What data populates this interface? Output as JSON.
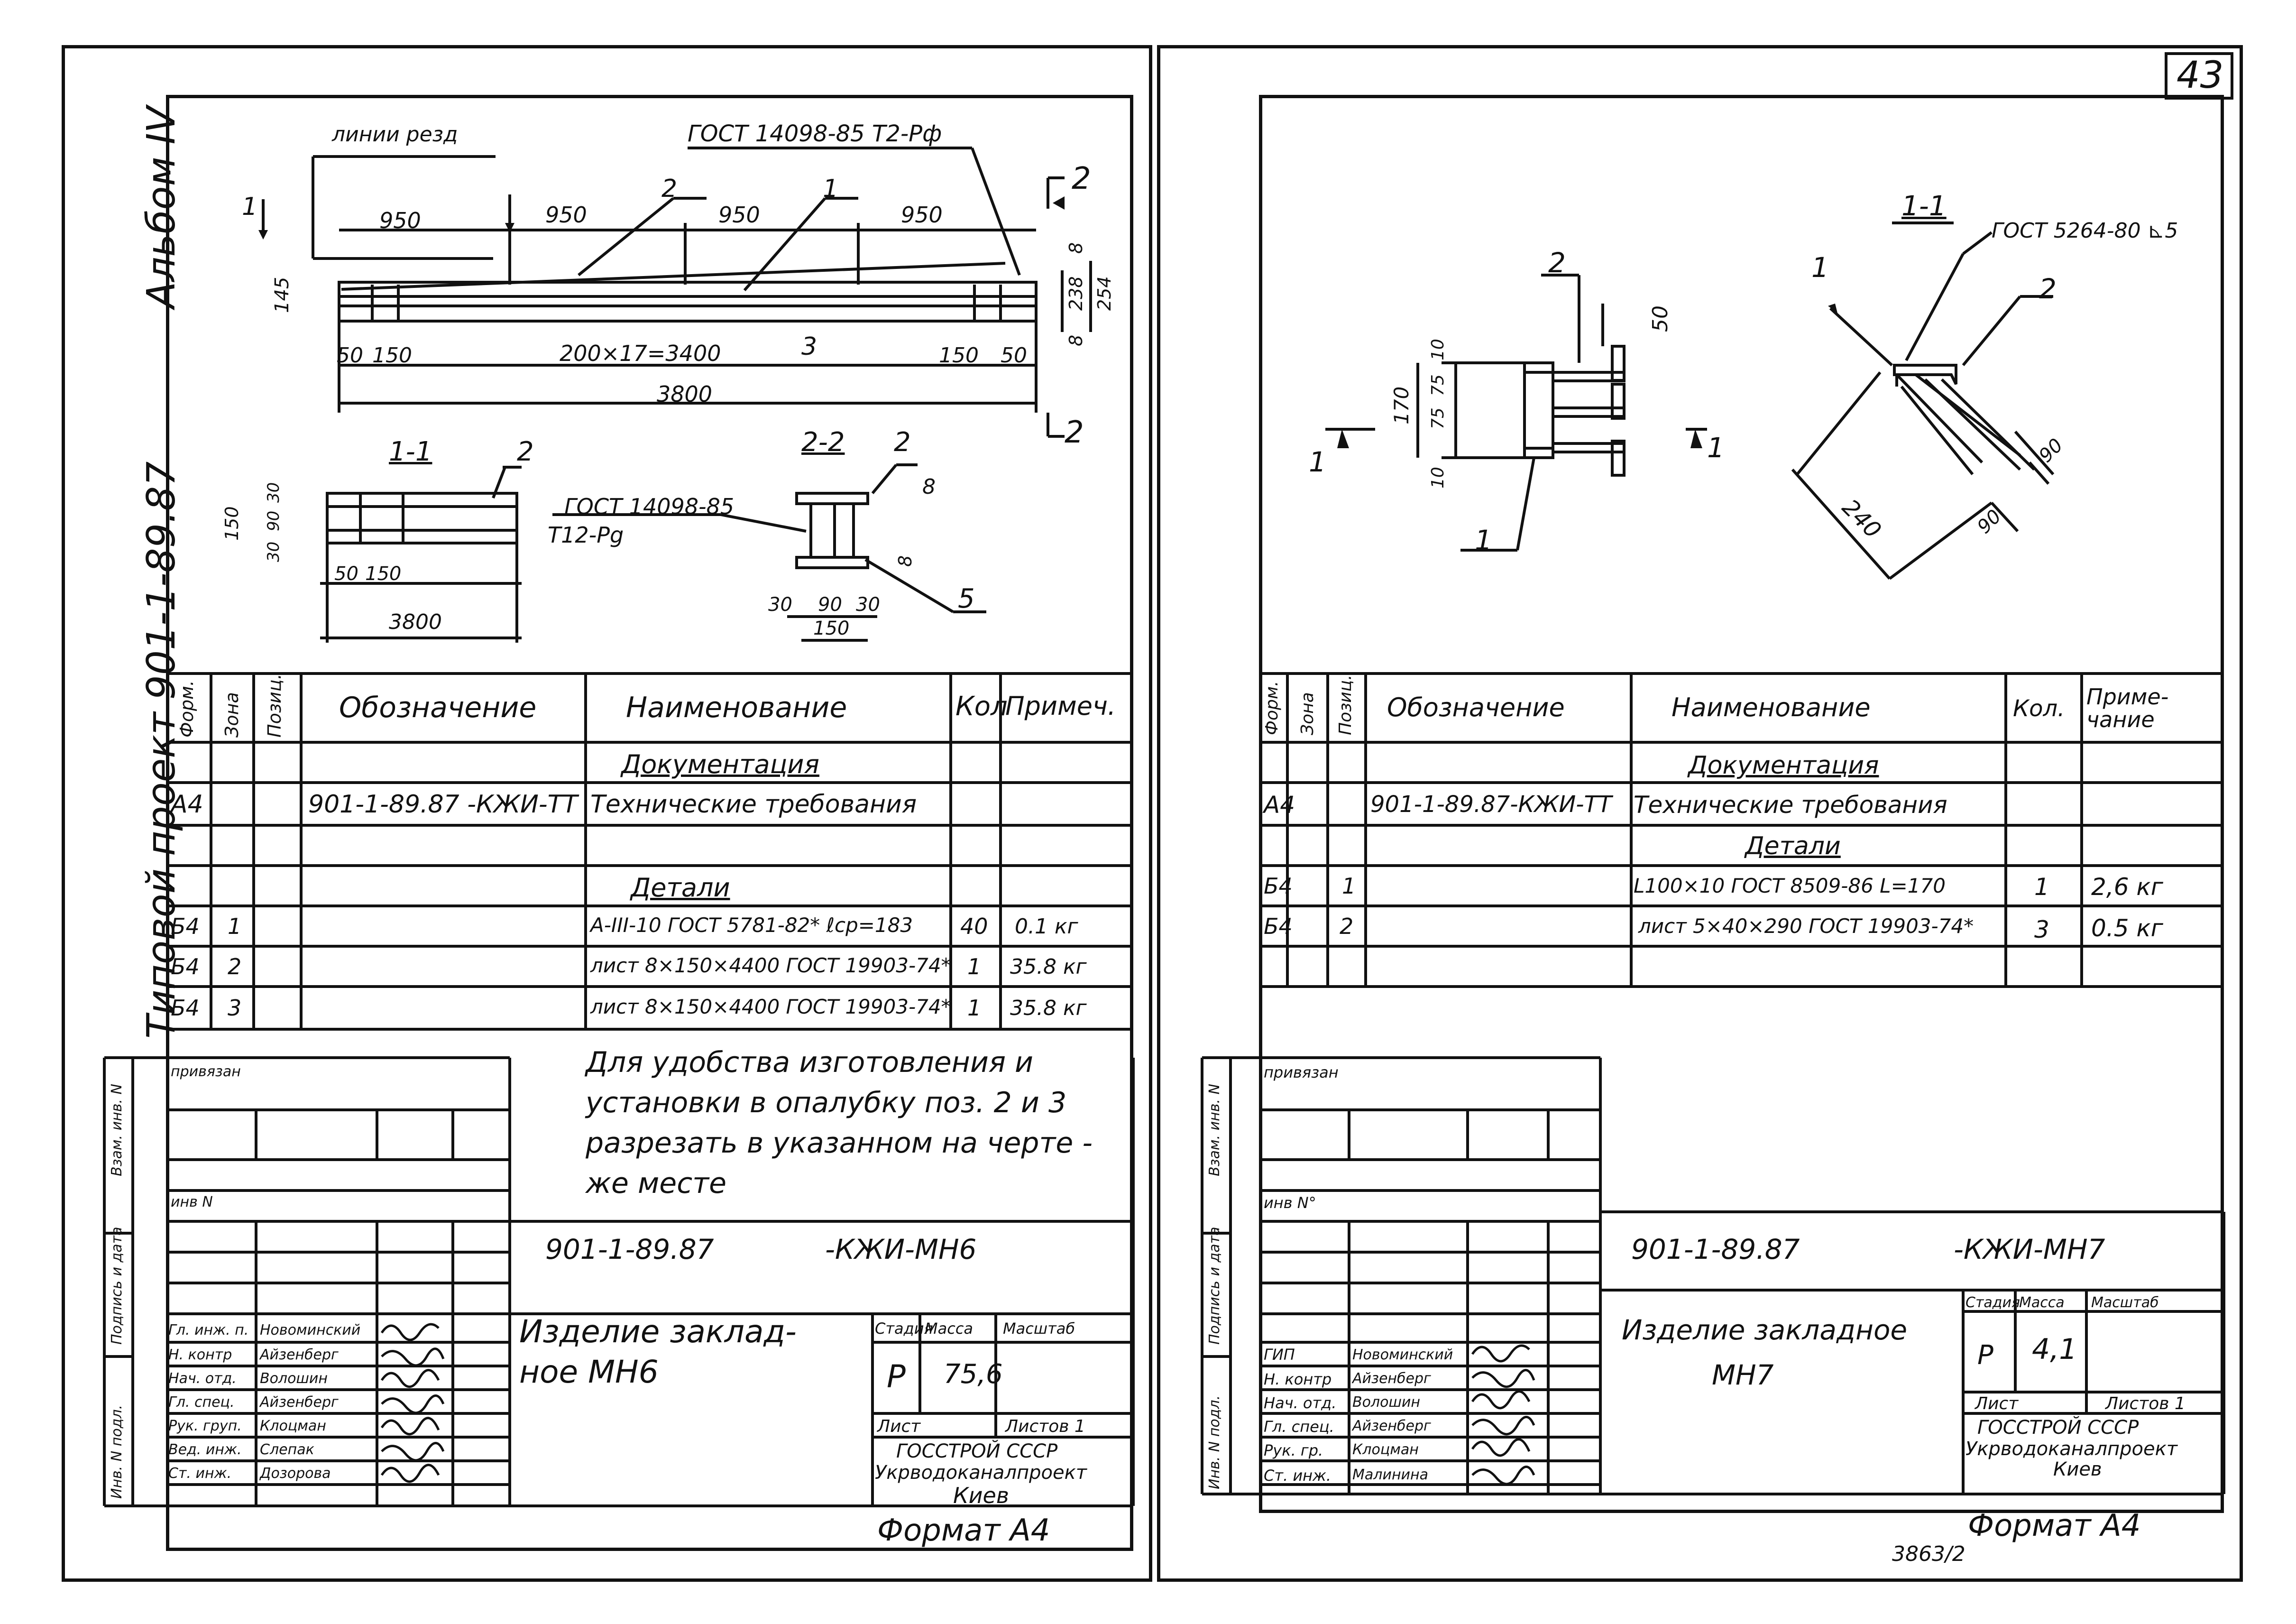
{
  "page_number": "43",
  "archive_number": "3863/2",
  "left": {
    "album": "Альбом IV",
    "project": "Типовой проект 901-1-89.87",
    "drawing": {
      "cut_line_label": "линии резд",
      "gost_main": "ГОСТ 14098-85 Т2-Рф",
      "dims_top": [
        "950",
        "950",
        "950",
        "950"
      ],
      "bottom_chain": [
        "50",
        "150",
        "200×17=3400",
        "150",
        "50"
      ],
      "overall": "3800",
      "left_height": "145",
      "right_dims": [
        "8",
        "238",
        "254",
        "8"
      ],
      "pos_labels": [
        "1",
        "2",
        "1",
        "3",
        "2",
        "2"
      ],
      "section_11": {
        "title": "1-1",
        "pos": "2",
        "dims": [
          "150",
          "30",
          "90",
          "30",
          "50",
          "150",
          "3800"
        ]
      },
      "section_22": {
        "title": "2-2",
        "pos": "2",
        "pos5": "5",
        "gost": "ГОСТ 14098-85",
        "gost2": "Т12-Рg",
        "dims": [
          "8",
          "8",
          "30",
          "90",
          "30",
          "150"
        ]
      }
    },
    "spec": {
      "headers": [
        "Форм.",
        "Зона",
        "Позиц.",
        "Обозначение",
        "Наименование",
        "Кол",
        "Примеч."
      ],
      "section_docs": "Документация",
      "doc_row": {
        "format": "А4",
        "designation": "901-1-89.87 -КЖИ-ТТ",
        "name": "Технические требования"
      },
      "section_parts": "Детали",
      "rows": [
        {
          "format": "Б4",
          "pos": "1",
          "name": "А-III-10 ГОСТ 5781-82* ℓср=183",
          "qty": "40",
          "note": "0.1 кг"
        },
        {
          "format": "Б4",
          "pos": "2",
          "name": "лист 8×150×4400 ГОСТ 19903-74*",
          "qty": "1",
          "note": "35.8 кг"
        },
        {
          "format": "Б4",
          "pos": "3",
          "name": "лист 8×150×4400 ГОСТ 19903-74*",
          "qty": "1",
          "note": "35.8 кг"
        }
      ]
    },
    "note": [
      "Для удобства изготовления и",
      "установки в опалубку поз. 2 и 3",
      "разрезать в указанном на черте -",
      "же месте"
    ],
    "side_labels": [
      "Взам. инв. N",
      "Подпись и дата",
      "Инв. N подл."
    ],
    "privyazan": "привязан",
    "inv_no": "инв N",
    "code": "901-1-89.87",
    "code_suffix": "-КЖИ-МН6",
    "title": [
      "Изделие заклад-",
      "ное МН6"
    ],
    "stage_headers": [
      "Стадия",
      "Масса",
      "Масштаб"
    ],
    "stage": "Р",
    "mass": "75,6",
    "sheet_label": "Лист",
    "sheets_label": "Листов 1",
    "org": [
      "ГОССТРОЙ СССР",
      "Укрводоканалпроект",
      "Киев"
    ],
    "signers": [
      {
        "role": "Гл. инж. п.",
        "name": "Новоминский"
      },
      {
        "role": "Н. контр",
        "name": "Айзенберг"
      },
      {
        "role": "Нач. отд.",
        "name": "Волошин"
      },
      {
        "role": "Гл. спец.",
        "name": "Айзенберг"
      },
      {
        "role": "Рук. груп.",
        "name": "Клоцман"
      },
      {
        "role": "Вед. инж.",
        "name": "Слепак"
      },
      {
        "role": "Ст. инж.",
        "name": "Дозорова"
      }
    ],
    "format": "Формат А4"
  },
  "right": {
    "drawing": {
      "pos_2": "2",
      "pos_1": "1",
      "dim_50": "50",
      "dims_left": [
        "170",
        "10",
        "75",
        "75",
        "10"
      ],
      "section_mark": "1",
      "section_11": {
        "title": "1-1",
        "gost": "ГОСТ 5264-80 ⊾5",
        "pos1": "1",
        "pos2": "2",
        "dims": [
          "240",
          "90",
          "90"
        ]
      }
    },
    "spec": {
      "headers": [
        "Форм.",
        "Зона",
        "Позиц.",
        "Обозначение",
        "Наименование",
        "Кол.",
        "Приме-чание"
      ],
      "section_docs": "Документация",
      "doc_row": {
        "format": "А4",
        "designation": "901-1-89.87-КЖИ-ТТ",
        "name": "Технические требования"
      },
      "section_parts": "Детали",
      "rows": [
        {
          "format": "Б4",
          "pos": "1",
          "name": "L100×10 ГОСТ 8509-86 L=170",
          "qty": "1",
          "note": "2,6 кг"
        },
        {
          "format": "Б4",
          "pos": "2",
          "name": "лист 5×40×290 ГОСТ 19903-74*",
          "qty": "3",
          "note": "0.5 кг"
        }
      ]
    },
    "side_labels": [
      "Взам. инв. N",
      "Подпись и дата",
      "Инв. N подл."
    ],
    "privyazan": "привязан",
    "inv_no": "инв N°",
    "code": "901-1-89.87",
    "code_suffix": "-КЖИ-МН7",
    "title": [
      "Изделие закладное",
      "МН7"
    ],
    "stage_headers": [
      "Стадия",
      "Масса",
      "Масштаб"
    ],
    "stage": "Р",
    "mass": "4,1",
    "sheet_label": "Лист",
    "sheets_label": "Листов 1",
    "org": [
      "ГОССТРОЙ СССР",
      "Укрводоканалпроект",
      "Киев"
    ],
    "signers": [
      {
        "role": "ГИП",
        "name": "Новоминский"
      },
      {
        "role": "Н. контр",
        "name": "Айзенберг"
      },
      {
        "role": "Нач. отд.",
        "name": "Волошин"
      },
      {
        "role": "Гл. спец.",
        "name": "Айзенберг"
      },
      {
        "role": "Рук. гр.",
        "name": "Клоцман"
      },
      {
        "role": "Ст. инж.",
        "name": "Малинина"
      }
    ],
    "format": "Формат А4"
  }
}
